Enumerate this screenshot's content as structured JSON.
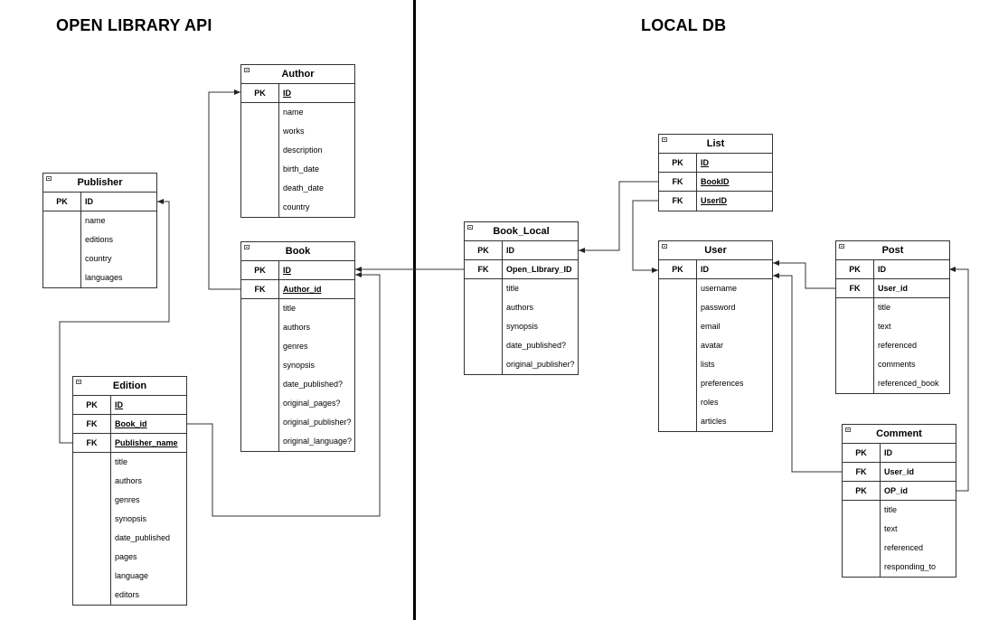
{
  "sections": {
    "left_title": "OPEN LIBRARY API",
    "right_title": "LOCAL DB"
  },
  "entities": {
    "author": {
      "name": "Author",
      "keys": [
        {
          "type": "PK",
          "field": "ID",
          "underline": true
        }
      ],
      "attributes": [
        "name",
        "works",
        "description",
        "birth_date",
        "death_date",
        "country"
      ]
    },
    "publisher": {
      "name": "Publisher",
      "keys": [
        {
          "type": "PK",
          "field": "ID",
          "underline": false
        }
      ],
      "attributes": [
        "name",
        "editions",
        "country",
        "languages"
      ]
    },
    "book": {
      "name": "Book",
      "keys": [
        {
          "type": "PK",
          "field": "ID",
          "underline": true
        },
        {
          "type": "FK",
          "field": "Author_id",
          "underline": true
        }
      ],
      "attributes": [
        "title",
        "authors",
        "genres",
        "synopsis",
        "date_published?",
        "original_pages?",
        "original_publisher?",
        "original_language?"
      ]
    },
    "edition": {
      "name": "Edition",
      "keys": [
        {
          "type": "PK",
          "field": "ID",
          "underline": true
        },
        {
          "type": "FK",
          "field": "Book_id",
          "underline": true
        },
        {
          "type": "FK",
          "field": "Publisher_name",
          "underline": true
        }
      ],
      "attributes": [
        "title",
        "authors",
        "genres",
        "synopsis",
        "date_published",
        "pages",
        "language",
        "editors"
      ]
    },
    "book_local": {
      "name": "Book_Local",
      "keys": [
        {
          "type": "PK",
          "field": "ID",
          "underline": false
        },
        {
          "type": "FK",
          "field": "Open_LIbrary_ID",
          "underline": false
        }
      ],
      "attributes": [
        "title",
        "authors",
        "synopsis",
        "date_published?",
        "original_publisher?"
      ]
    },
    "list": {
      "name": "List",
      "keys": [
        {
          "type": "PK",
          "field": "ID",
          "underline": true
        },
        {
          "type": "FK",
          "field": "BookID",
          "underline": true
        },
        {
          "type": "FK",
          "field": "UserID",
          "underline": true
        }
      ],
      "attributes": []
    },
    "user": {
      "name": "User",
      "keys": [
        {
          "type": "PK",
          "field": "ID",
          "underline": false
        }
      ],
      "attributes": [
        "username",
        "password",
        "email",
        "avatar",
        "lists",
        "preferences",
        "roles",
        "articles"
      ]
    },
    "post": {
      "name": "Post",
      "keys": [
        {
          "type": "PK",
          "field": "ID",
          "underline": false
        },
        {
          "type": "FK",
          "field": "User_id",
          "underline": false
        }
      ],
      "attributes": [
        "title",
        "text",
        "referenced",
        "comments",
        "referenced_book"
      ]
    },
    "comment": {
      "name": "Comment",
      "keys": [
        {
          "type": "PK",
          "field": "ID",
          "underline": false
        },
        {
          "type": "FK",
          "field": "User_id",
          "underline": false
        },
        {
          "type": "PK",
          "field": "OP_id",
          "underline": false
        }
      ],
      "attributes": [
        "title",
        "text",
        "referenced",
        "responding_to"
      ]
    }
  },
  "colors": {
    "line": "#333333",
    "background": "#ffffff"
  }
}
